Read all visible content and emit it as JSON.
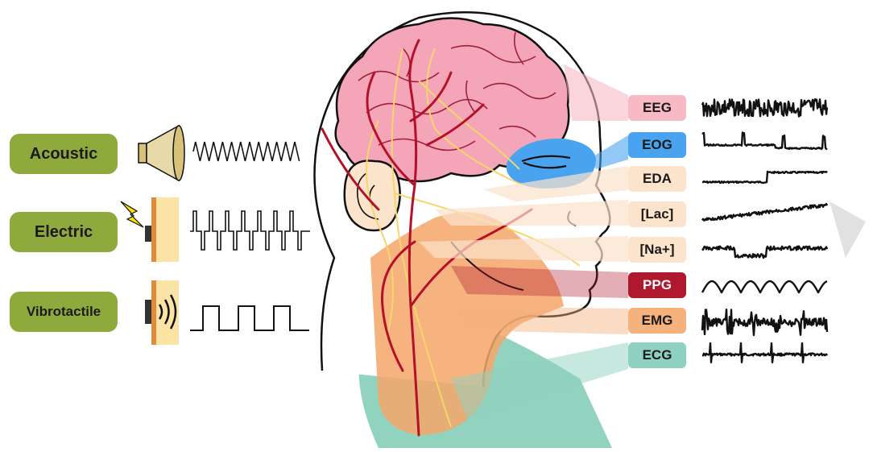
{
  "stimuli": [
    {
      "label": "Acoustic",
      "icon": "speaker-icon",
      "waveform": "sine-wave",
      "color": "#8faa3c"
    },
    {
      "label": "Electric",
      "icon": "lightning-electrode-icon",
      "waveform": "biphasic-pulse-train",
      "color": "#8faa3c"
    },
    {
      "label": "Vibrotactile",
      "icon": "vibration-actuator-icon",
      "waveform": "square-wave",
      "color": "#8faa3c"
    }
  ],
  "signals": [
    {
      "label": "EEG",
      "bg": "#f7b9c4",
      "text": "#1a1a1a",
      "source": "brain"
    },
    {
      "label": "EOG",
      "bg": "#4aa3ee",
      "text": "#1a1a1a",
      "source": "eye"
    },
    {
      "label": "EDA",
      "bg": "#fbe3cc",
      "text": "#1a1a1a",
      "source": "skin"
    },
    {
      "label": "[Lac]",
      "bg": "#fbe3cc",
      "text": "#1a1a1a",
      "source": "sweat"
    },
    {
      "label": "[Na+]",
      "bg": "#fbe3cc",
      "text": "#1a1a1a",
      "source": "sweat"
    },
    {
      "label": "PPG",
      "bg": "#b0182d",
      "text": "#ffffff",
      "source": "blood-vessels"
    },
    {
      "label": "EMG",
      "bg": "#f5b27d",
      "text": "#1a1a1a",
      "source": "neck-muscle"
    },
    {
      "label": "ECG",
      "bg": "#8fd1c0",
      "text": "#1a1a1a",
      "source": "heart"
    }
  ],
  "colors": {
    "brain": "#f4a6b8",
    "brain_outline": "#a0203a",
    "eye": "#4aa3ee",
    "vessels": "#b5102a",
    "nerves": "#f5d66a",
    "neck_muscle": "#f4a66a",
    "torso": "#7fcbb4",
    "ear": "#fbe3cc",
    "stim_green": "#8faa3c"
  }
}
